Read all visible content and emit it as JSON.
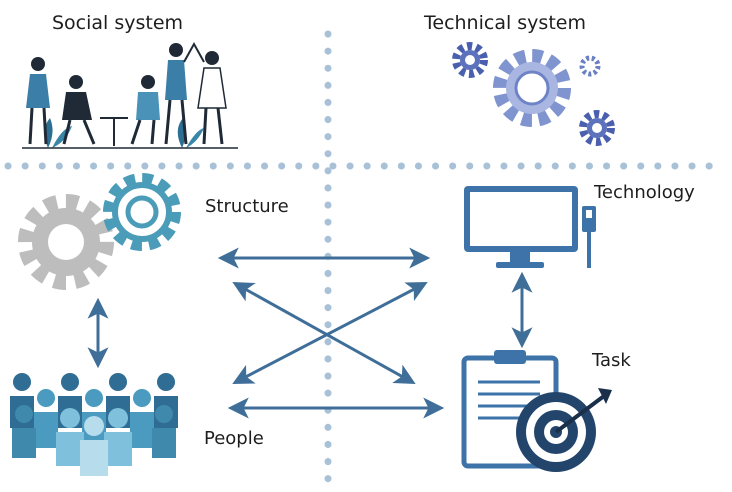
{
  "quadrants": {
    "social_title": "Social system",
    "technical_title": "Technical system"
  },
  "nodes": {
    "structure": "Structure",
    "technology": "Technology",
    "task": "Task",
    "people": "People"
  },
  "colors": {
    "arrow": "#3f6e99",
    "divider": "#a9c1d7",
    "teal": "#4b9cb9",
    "navy": "#24456b",
    "gray": "#b9b9b9",
    "lavender": "#8094cf"
  },
  "icons": [
    "people-group-illustration",
    "gears-technical-icon",
    "gears-structure-icon",
    "monitor-icon",
    "clipboard-target-icon",
    "crowd-people-icon"
  ]
}
